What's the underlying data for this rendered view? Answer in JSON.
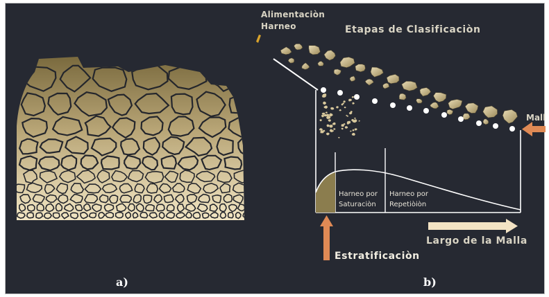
{
  "labels": {
    "caption_a": "a)",
    "caption_b": "b)",
    "feed_line1": "Alimentaciòn",
    "feed_line2": "Harneo",
    "stages_title": "Etapas de Clasificaciòn",
    "mesh": "Mall",
    "saturation_line1": "Harneo por",
    "saturation_line2": "Saturaciòn",
    "repetition_line1": "Harneo por",
    "repetition_line2": "Repetiòiòn",
    "stratification": "Estratificaciòn",
    "mesh_length": "Largo de la Malla"
  },
  "colors": {
    "panel_background": "#262932",
    "rock_light": "#f2e6c4",
    "rock_dark": "#7a6a3e",
    "outline": "#24262c",
    "accent_arrow": "#e08a55",
    "stratification_fill": "#8b7d4e",
    "line": "#ffffff"
  },
  "icons": {
    "feed_marker": "small-gold-flag-icon",
    "stratification_arrow": "up-arrow-icon",
    "mesh_arrow": "left-arrow-icon",
    "length_arrow": "right-arrow-icon"
  }
}
